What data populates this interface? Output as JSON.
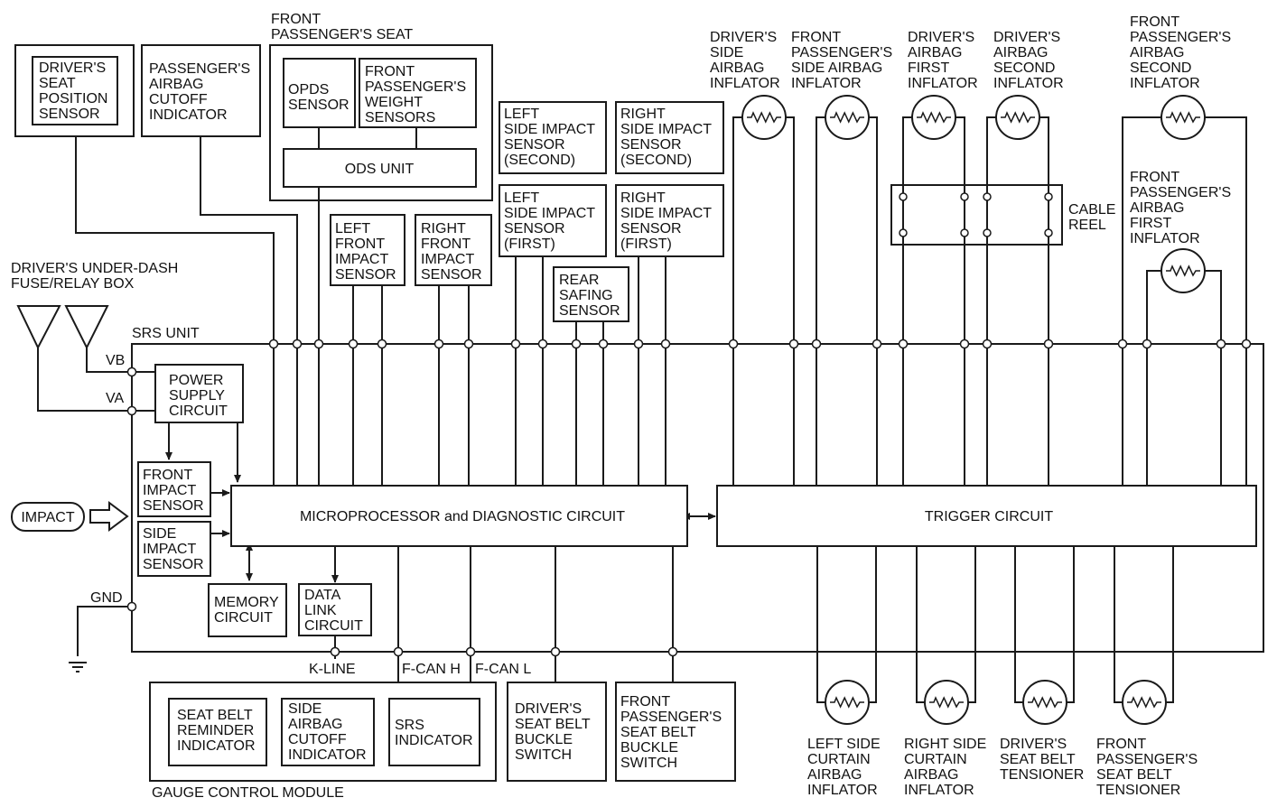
{
  "boxes": {
    "drivers_seat_position_sensor": [
      "DRIVER'S",
      "SEAT",
      "POSITION",
      "SENSOR"
    ],
    "passengers_airbag_cutoff_indicator": [
      "PASSENGER'S",
      "AIRBAG",
      "CUTOFF",
      "INDICATOR"
    ],
    "front_passengers_seat_title": [
      "FRONT",
      "PASSENGER'S SEAT"
    ],
    "opds_sensor": [
      "OPDS",
      "SENSOR"
    ],
    "front_passengers_weight_sensors": [
      "FRONT",
      "PASSENGER'S",
      "WEIGHT",
      "SENSORS"
    ],
    "ods_unit": [
      "ODS UNIT"
    ],
    "left_side_impact_sensor_second": [
      "LEFT",
      "SIDE IMPACT",
      "SENSOR",
      "(SECOND)"
    ],
    "right_side_impact_sensor_second": [
      "RIGHT",
      "SIDE IMPACT",
      "SENSOR",
      "(SECOND)"
    ],
    "left_side_impact_sensor_first": [
      "LEFT",
      "SIDE IMPACT",
      "SENSOR",
      "(FIRST)"
    ],
    "right_side_impact_sensor_first": [
      "RIGHT",
      "SIDE IMPACT",
      "SENSOR",
      "(FIRST)"
    ],
    "left_front_impact_sensor": [
      "LEFT",
      "FRONT",
      "IMPACT",
      "SENSOR"
    ],
    "right_front_impact_sensor": [
      "RIGHT",
      "FRONT",
      "IMPACT",
      "SENSOR"
    ],
    "rear_safing_sensor": [
      "REAR",
      "SAFING",
      "SENSOR"
    ],
    "power_supply_circuit": [
      "POWER",
      "SUPPLY",
      "CIRCUIT"
    ],
    "internal_front_impact_sensor": [
      "FRONT",
      "IMPACT",
      "SENSOR"
    ],
    "internal_side_impact_sensor": [
      "SIDE",
      "IMPACT",
      "SENSOR"
    ],
    "memory_circuit": [
      "MEMORY",
      "CIRCUIT"
    ],
    "data_link_circuit": [
      "DATA",
      "LINK",
      "CIRCUIT"
    ],
    "microprocessor_circuit": [
      "MICROPROCESSOR and DIAGNOSTIC CIRCUIT"
    ],
    "trigger_circuit": [
      "TRIGGER CIRCUIT"
    ],
    "seat_belt_reminder_indicator": [
      "SEAT BELT",
      "REMINDER",
      "INDICATOR"
    ],
    "side_airbag_cutoff_indicator": [
      "SIDE",
      "AIRBAG",
      "CUTOFF",
      "INDICATOR"
    ],
    "srs_indicator": [
      "SRS",
      "INDICATOR"
    ],
    "drivers_seat_belt_buckle_switch": [
      "DRIVER'S",
      "SEAT BELT",
      "BUCKLE",
      "SWITCH"
    ],
    "front_passengers_seat_belt_buckle_switch": [
      "FRONT",
      "PASSENGER'S",
      "SEAT BELT",
      "BUCKLE",
      "SWITCH"
    ],
    "impact": [
      "IMPACT"
    ]
  },
  "labels": {
    "under_dash_fuse_box": [
      "DRIVER'S UNDER-DASH",
      "FUSE/RELAY BOX"
    ],
    "srs_unit": [
      "SRS UNIT"
    ],
    "vb": [
      "VB"
    ],
    "va": [
      "VA"
    ],
    "gnd": [
      "GND"
    ],
    "k_line": [
      "K-LINE"
    ],
    "f_can_h": [
      "F-CAN H"
    ],
    "f_can_l": [
      "F-CAN L"
    ],
    "gauge_control_module": [
      "GAUGE CONTROL MODULE"
    ],
    "cable_reel": [
      "CABLE",
      "REEL"
    ],
    "drivers_side_airbag_inflator": [
      "DRIVER'S",
      "SIDE",
      "AIRBAG",
      "INFLATOR"
    ],
    "front_passengers_side_airbag_inflator": [
      "FRONT",
      "PASSENGER'S",
      "SIDE AIRBAG",
      "INFLATOR"
    ],
    "drivers_airbag_first_inflator": [
      "DRIVER'S",
      "AIRBAG",
      "FIRST",
      "INFLATOR"
    ],
    "drivers_airbag_second_inflator": [
      "DRIVER'S",
      "AIRBAG",
      "SECOND",
      "INFLATOR"
    ],
    "front_passengers_airbag_second_inflator": [
      "FRONT",
      "PASSENGER'S",
      "AIRBAG",
      "SECOND",
      "INFLATOR"
    ],
    "front_passengers_airbag_first_inflator": [
      "FRONT",
      "PASSENGER'S",
      "AIRBAG",
      "FIRST",
      "INFLATOR"
    ],
    "left_side_curtain_airbag_inflator": [
      "LEFT SIDE",
      "CURTAIN",
      "AIRBAG",
      "INFLATOR"
    ],
    "right_side_curtain_airbag_inflator": [
      "RIGHT SIDE",
      "CURTAIN",
      "AIRBAG",
      "INFLATOR"
    ],
    "drivers_seat_belt_tensioner": [
      "DRIVER'S",
      "SEAT BELT",
      "TENSIONER"
    ],
    "front_passengers_seat_belt_tensioner": [
      "FRONT",
      "PASSENGER'S",
      "SEAT BELT",
      "TENSIONER"
    ]
  },
  "colors": {
    "line": "#1a1a1a",
    "background": "#ffffff"
  }
}
